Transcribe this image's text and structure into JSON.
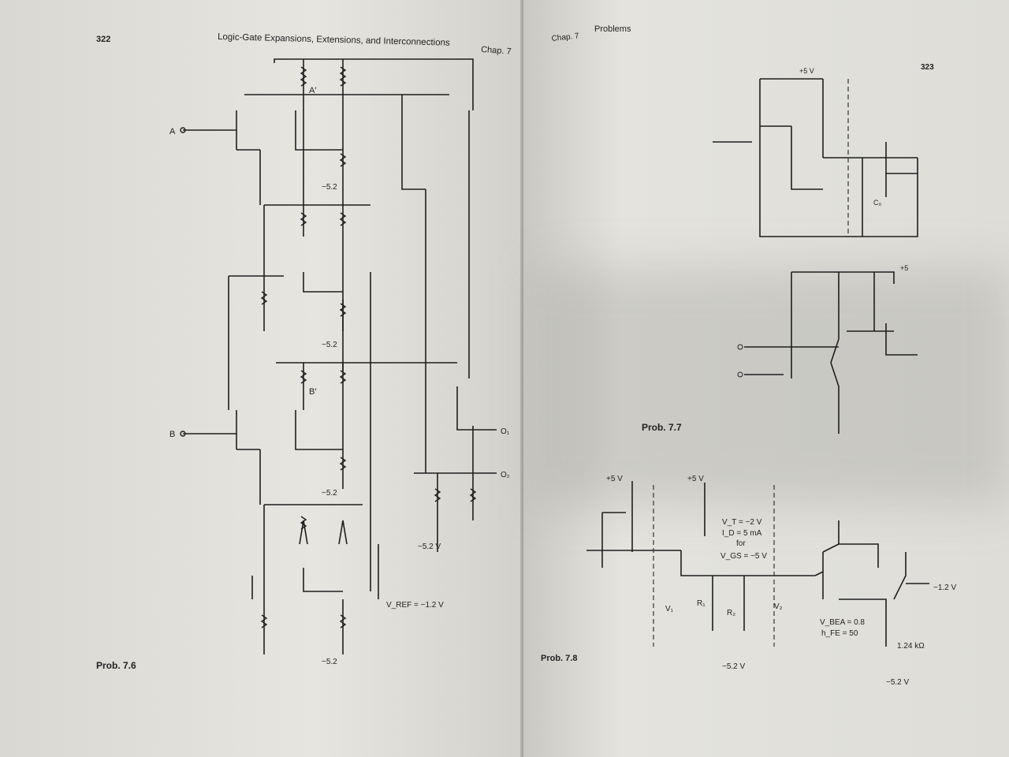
{
  "left_page": {
    "page_number": "322",
    "running_head": "Logic-Gate Expansions, Extensions, and Interconnections",
    "chapter": "Chap. 7",
    "labels": {
      "input_a": "A",
      "node_a_prime": "A′",
      "supply_1": "−5.2",
      "supply_2": "−5.2",
      "input_b": "B",
      "node_b_prime": "B′",
      "output_1": "O₁",
      "output_2": "O₂",
      "supply_3": "−5.2",
      "supply_4": "−5.2 V",
      "vref": "V_REF = −1.2 V",
      "supply_5": "−5.2"
    },
    "caption": "Prob. 7.6"
  },
  "right_page": {
    "chapter": "Chap. 7",
    "section": "Problems",
    "page_number": "323",
    "fig_top": {
      "supply": "+5 V",
      "capacitor": "C₀"
    },
    "fig_mid": {
      "supply": "+5",
      "caption": "Prob. 7.7"
    },
    "fig_bottom": {
      "supply_1": "+5 V",
      "supply_2": "+5 V",
      "vt": "V_T = −2 V",
      "id": "I_D = 5 mA",
      "for": "for",
      "vgs": "V_GS = −5 V",
      "v1": "V₁",
      "r1": "R₁",
      "r2": "R₂",
      "v2": "V₂",
      "vbea": "V_BEA = 0.8",
      "hfe": "h_FE = 50",
      "resistor": "1.24 kΩ",
      "neg_supply_1": "−5.2 V",
      "neg_supply_2": "−5.2 V",
      "output": "−1.2 V",
      "caption": "Prob. 7.8"
    }
  }
}
